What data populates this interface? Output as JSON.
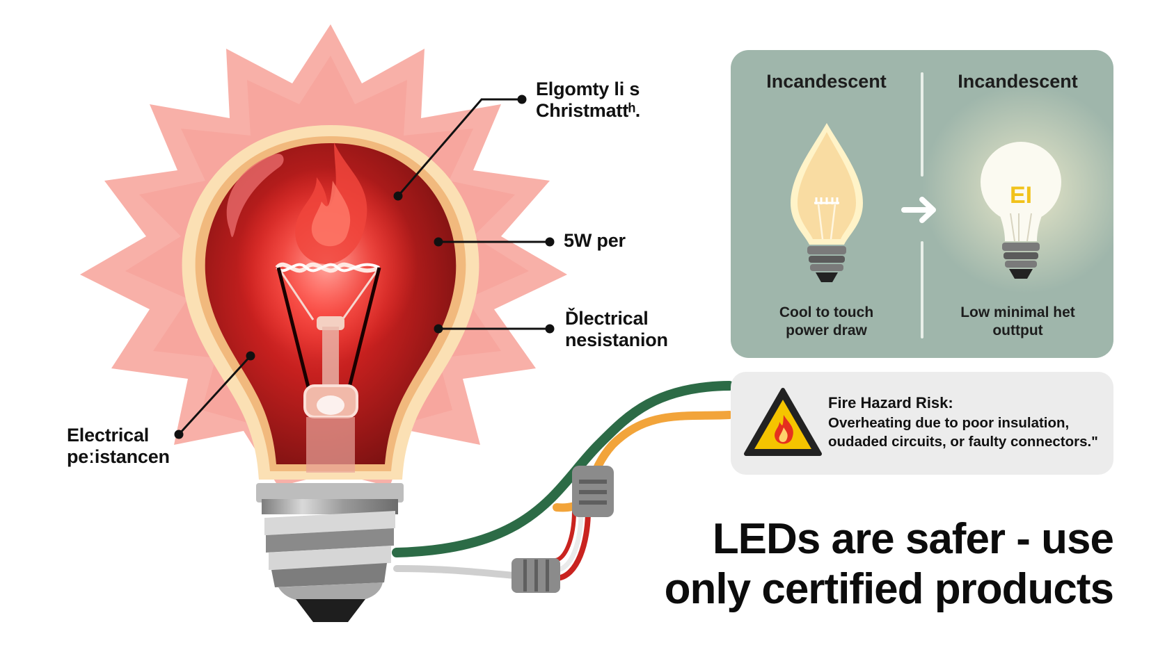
{
  "callouts": {
    "top": [
      "Elgomty li s",
      "Christmattʰ."
    ],
    "power": "5W per",
    "resistance_right": [
      "Ďlectrical",
      "nesistanion"
    ],
    "resistance_left": [
      "Electrical",
      "peːistancen"
    ]
  },
  "comparison": {
    "left": {
      "title": "Incandescent",
      "caption": [
        "Cool to touch",
        "power draw"
      ]
    },
    "right": {
      "title": "Incandescent",
      "caption": [
        "Low minimal het",
        "outtput"
      ],
      "bulb_label": "EI"
    },
    "colors": {
      "panel": "#9fb6ab",
      "warm_bulb": "#f9dca2",
      "led_bulb": "#fbfaf1"
    }
  },
  "warning": {
    "title": "Fire Hazard Risk:",
    "body": [
      "Overheating due to poor insulation,",
      "oudaded circuits, or faulty connectors.\""
    ],
    "icon": "fire-warning-icon",
    "colors": {
      "triangle": "#f5c400",
      "flame": "#e5301f"
    }
  },
  "headline": [
    "LEDs are safer - use",
    "only certified products"
  ],
  "colors": {
    "bulb_red": "#a81a1a",
    "glow": "#f8a9a2",
    "wire_green": "#2c6b46",
    "wire_orange": "#f2a43a"
  }
}
